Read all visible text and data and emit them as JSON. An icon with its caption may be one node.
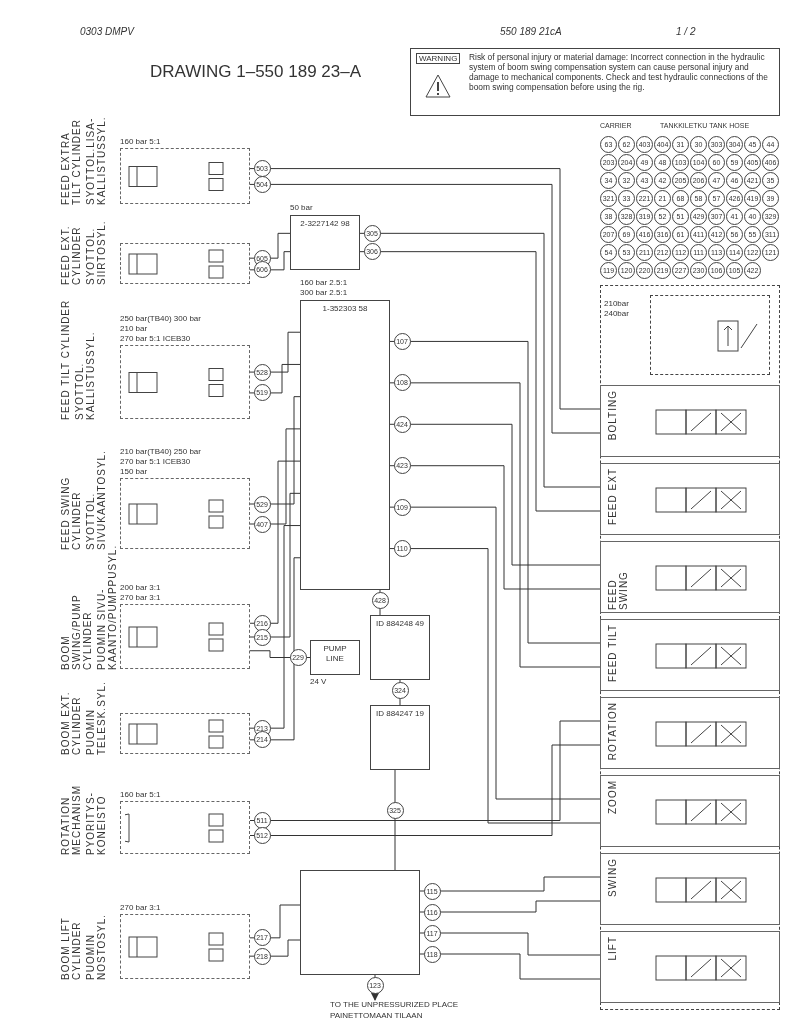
{
  "diagram": {
    "title": "DRAWING 1–550 189 23–A",
    "nodes": [
      {
        "text": [
          "FEED EXTRA TILT CYLINDER",
          "SYOTTOL.LISA- KALLISTUSSYL."
        ],
        "beside": [
          "160 bar 5:1"
        ]
      },
      {
        "text": [
          "FEED EXT. CYLINDER",
          "SYOTTOL. SIIRTOSYL."
        ]
      },
      {
        "text": [
          "FEED TILT CYLINDER",
          "SYOTTOL. KALLISTUSSYL."
        ],
        "beside": [
          "250 bar(TB40) 300 bar",
          "210 bar",
          "270 bar 5:1 ICEB30"
        ]
      },
      {
        "text": [
          "FEED SWING CYLINDER",
          "SYOTTOL. SIVUKAANTOSYL."
        ],
        "beside": [
          "210 bar(TB40) 250 bar",
          "270 bar 5:1 ICEB30",
          "150 bar"
        ]
      },
      {
        "text": [
          "BOOM SWING/PUMP CYLINDER",
          "PUOMIN SIVU- KAANTO/PUMPPUSYL."
        ],
        "beside": [
          "200 bar 3:1",
          "270 bar 3:1"
        ]
      },
      {
        "text": [
          "BOOM EXT. CYLINDER",
          "PUOMIN TELESK.SYL."
        ]
      },
      {
        "text": [
          "ROTATION MECHANISM",
          "PYORITYS- KONEISTO"
        ],
        "beside": [
          "160 bar 5:1"
        ]
      },
      {
        "text": [
          "BOOM LIFT CYLINDER",
          "PUOMIN NOSTOSYL."
        ],
        "beside": [
          "270 bar 3:1"
        ]
      },
      {
        "text": [
          "2-3227142 98"
        ],
        "beside": [
          "50 bar"
        ]
      },
      {
        "text": [
          "1-352303 58"
        ],
        "beside": [
          "160 bar 2.5:1",
          "300 bar 2.5:1"
        ]
      },
      {
        "text": [
          "PUMP LINE"
        ],
        "beside": [
          "24 V"
        ]
      },
      {
        "text": [
          "ID 884248 49"
        ]
      },
      {
        "text": [
          "ID 884247 19"
        ]
      },
      {
        "text": [],
        "shape": "box"
      },
      {
        "text": [],
        "shape": "box"
      },
      {
        "text": [
          "BOLTING"
        ],
        "in": 14
      },
      {
        "text": [
          "FEED EXT"
        ],
        "in": 14
      },
      {
        "text": [
          "FEED SWING"
        ],
        "in": 14
      },
      {
        "text": [
          "FEED TILT"
        ],
        "in": 14
      },
      {
        "text": [
          "ROTATION"
        ],
        "in": 14
      },
      {
        "text": [
          "ZOOM"
        ],
        "in": 14
      },
      {
        "text": [
          "SWING"
        ],
        "in": 14
      },
      {
        "text": [
          "LIFT"
        ],
        "in": 14
      },
      {
        "text": [],
        "shape": "box",
        "in": 14,
        "beside": [
          "210bar",
          "240bar"
        ]
      },
      {
        "text": [
          "TO THE UNPRESSURIZED PLACE",
          "PAINETTOMAAN TILAAN"
        ]
      },
      {
        "text": [
          "WARNING",
          "Risk of personal injury or material damage: Incorrect connection in the hydraulic system of boom swing compensation system can cause personal injury and damage to mechanical components. Check and test hydraulic connections of the boom swing compensation before using the rig."
        ]
      }
    ],
    "edges": [
      {
        "from": 0,
        "to": 15,
        "arrow": "none",
        "label": "503"
      },
      {
        "from": 0,
        "to": 15,
        "arrow": "none",
        "label": "504"
      },
      {
        "from": 1,
        "to": 8,
        "arrow": "none",
        "label": "605"
      },
      {
        "from": 1,
        "to": 8,
        "arrow": "none",
        "label": "606"
      },
      {
        "from": 8,
        "to": 16,
        "arrow": "none",
        "label": "305"
      },
      {
        "from": 8,
        "to": 16,
        "arrow": "none",
        "label": "306"
      },
      {
        "from": 2,
        "to": 9,
        "arrow": "none",
        "label": "528"
      },
      {
        "from": 2,
        "to": 9,
        "arrow": "none",
        "label": "519"
      },
      {
        "from": 3,
        "to": 9,
        "arrow": "none",
        "label": "529"
      },
      {
        "from": 3,
        "to": 9,
        "arrow": "none",
        "label": "407"
      },
      {
        "from": 4,
        "to": 9,
        "arrow": "none",
        "label": "216"
      },
      {
        "from": 4,
        "to": 9,
        "arrow": "none",
        "label": "215"
      },
      {
        "from": 10,
        "to": 4,
        "arrow": "none",
        "label": "229"
      },
      {
        "from": 5,
        "to": 9,
        "arrow": "none",
        "label": "213"
      },
      {
        "from": 5,
        "to": 9,
        "arrow": "none",
        "label": "214"
      },
      {
        "from": 9,
        "to": 18,
        "arrow": "none",
        "label": "107"
      },
      {
        "from": 9,
        "to": 18,
        "arrow": "none",
        "label": "108"
      },
      {
        "from": 9,
        "to": 17,
        "arrow": "none",
        "label": "424"
      },
      {
        "from": 9,
        "to": 17,
        "arrow": "none",
        "label": "423"
      },
      {
        "from": 9,
        "to": 20,
        "arrow": "none",
        "label": "109"
      },
      {
        "from": 9,
        "to": 20,
        "arrow": "none",
        "label": "110"
      },
      {
        "from": 6,
        "to": 19,
        "arrow": "none",
        "label": "511"
      },
      {
        "from": 6,
        "to": 19,
        "arrow": "none",
        "label": "512"
      },
      {
        "from": 9,
        "to": 11,
        "arrow": "none",
        "label": "428"
      },
      {
        "from": 11,
        "to": 12,
        "arrow": "none",
        "label": "324"
      },
      {
        "from": 12,
        "to": 13,
        "arrow": "none",
        "label": "325"
      },
      {
        "from": 7,
        "to": 13,
        "arrow": "none",
        "label": "217"
      },
      {
        "from": 7,
        "to": 13,
        "arrow": "none",
        "label": "218"
      },
      {
        "from": 13,
        "to": 21,
        "arrow": "none",
        "label": "115"
      },
      {
        "from": 13,
        "to": 21,
        "arrow": "none",
        "label": "116"
      },
      {
        "from": 13,
        "to": 22,
        "arrow": "none",
        "label": "117"
      },
      {
        "from": 13,
        "to": 22,
        "arrow": "none",
        "label": "118"
      },
      {
        "from": 13,
        "to": 24,
        "arrow": "to",
        "label": "123"
      }
    ],
    "labels": [
      "0303 DMPV",
      "550 189 21cA",
      "1 / 2",
      "CARRIER",
      "TANKKILETKU TANK HOSE",
      "63",
      "62",
      "403",
      "404",
      "31",
      "30",
      "303",
      "304",
      "45",
      "44",
      "203",
      "204",
      "49",
      "48",
      "103",
      "104",
      "60",
      "59",
      "405",
      "406",
      "34",
      "32",
      "43",
      "42",
      "205",
      "206",
      "47",
      "46",
      "421",
      "35",
      "321",
      "33",
      "221",
      "21",
      "68",
      "58",
      "57",
      "426",
      "419",
      "39",
      "38",
      "328",
      "319",
      "52",
      "51",
      "429",
      "307",
      "41",
      "40",
      "329",
      "207",
      "69",
      "416",
      "316",
      "61",
      "411",
      "412",
      "56",
      "55",
      "311",
      "54",
      "53",
      "211",
      "212",
      "112",
      "111",
      "113",
      "114",
      "122",
      "121",
      "119",
      "120",
      "220",
      "219",
      "227",
      "230",
      "106",
      "105",
      "422"
    ]
  }
}
